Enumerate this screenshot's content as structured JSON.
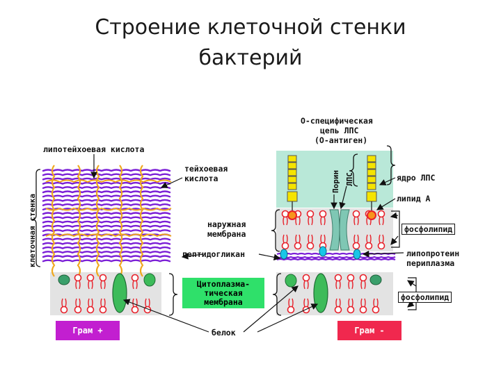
{
  "title": {
    "line1": "Строение клеточной стенки",
    "line2": "бактерий"
  },
  "labels": {
    "lipoteichoic_acid": "липотейхоевая кислота",
    "teichoic_acid_1": "тейхоевая",
    "teichoic_acid_2": "кислота",
    "cell_wall": "клеточная стенка",
    "o_chain_1": "О-специфическая",
    "o_chain_2": "цепь ЛПС",
    "o_chain_3": "(О-антиген)",
    "porin": "Порин",
    "lps": "ЛПС",
    "lps_core": "ядро ЛПС",
    "lipid_a": "липид А",
    "outer_membrane_1": "наружная",
    "outer_membrane_2": "мембрана",
    "phospholipid_top": "фосфолипид",
    "peptidoglycan": "пептидогликан",
    "lipoprotein": "липопротеин",
    "periplasm": "периплазма",
    "cytoplasmic_membrane_1": "Цитоплазма-",
    "cytoplasmic_membrane_2": "тическая",
    "cytoplasmic_membrane_3": "мембрана",
    "phospholipid_bottom": "фосфолипид",
    "protein": "белок",
    "gram_positive": "Грам +",
    "gram_negative": "Грам -"
  },
  "colors": {
    "peptidoglycan_purple": "#7b1fd6",
    "teichoic_orange": "#f0a81e",
    "membrane_red": "#e8202a",
    "protein_green": "#3dbb5a",
    "lps_yellow": "#f5e400",
    "teal_bg": "#b9e8d8",
    "gram_pos_bg": "#c21fd0",
    "gram_neg_bg": "#f0284e",
    "cyto_box_bg": "#2fe06a",
    "lipoprotein_cyan": "#18c6e8"
  }
}
